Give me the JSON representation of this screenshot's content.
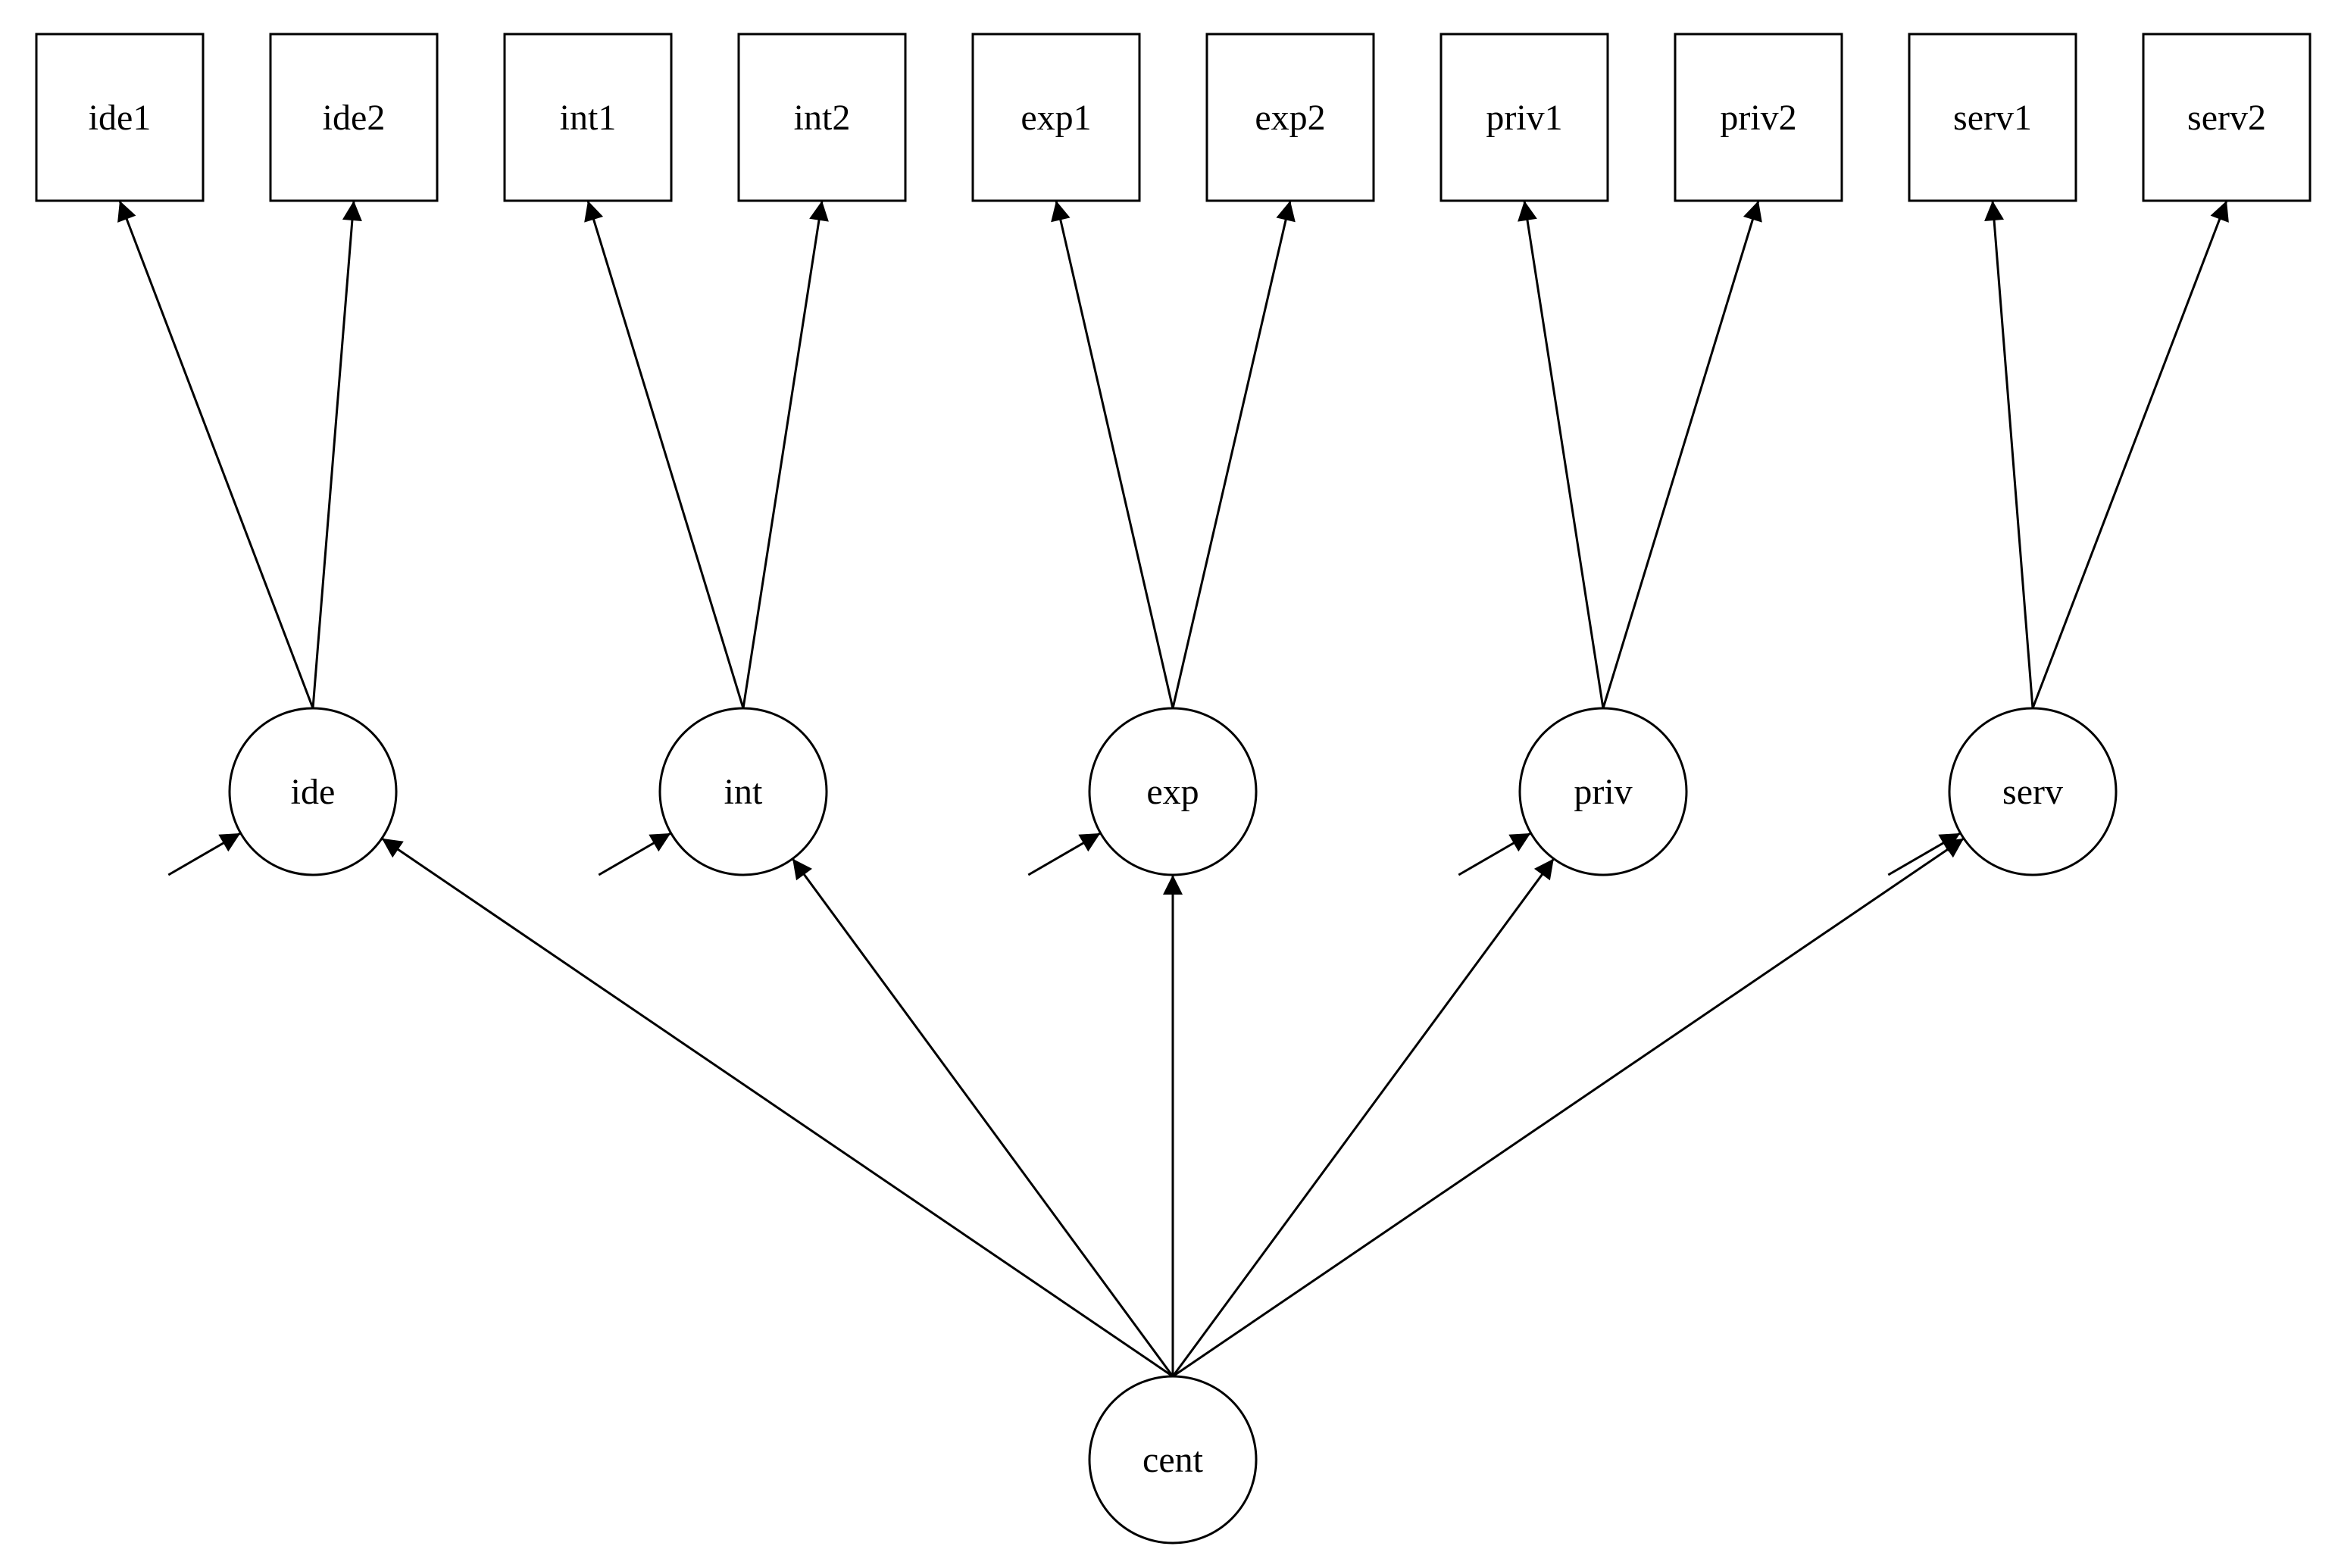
{
  "diagram": {
    "type": "path-diagram",
    "colors": {
      "stroke": "#000000",
      "fill": "#ffffff",
      "background": "#ffffff"
    },
    "indicators": [
      {
        "id": "ide1",
        "label": "ide1"
      },
      {
        "id": "ide2",
        "label": "ide2"
      },
      {
        "id": "int1",
        "label": "int1"
      },
      {
        "id": "int2",
        "label": "int2"
      },
      {
        "id": "exp1",
        "label": "exp1"
      },
      {
        "id": "exp2",
        "label": "exp2"
      },
      {
        "id": "priv1",
        "label": "priv1"
      },
      {
        "id": "priv2",
        "label": "priv2"
      },
      {
        "id": "serv1",
        "label": "serv1"
      },
      {
        "id": "serv2",
        "label": "serv2"
      }
    ],
    "factors": [
      {
        "id": "ide",
        "label": "ide"
      },
      {
        "id": "int",
        "label": "int"
      },
      {
        "id": "exp",
        "label": "exp"
      },
      {
        "id": "priv",
        "label": "priv"
      },
      {
        "id": "serv",
        "label": "serv"
      }
    ],
    "higher_factor": {
      "id": "cent",
      "label": "cent"
    },
    "loadings": [
      {
        "from": "ide",
        "to": "ide1"
      },
      {
        "from": "ide",
        "to": "ide2"
      },
      {
        "from": "int",
        "to": "int1"
      },
      {
        "from": "int",
        "to": "int2"
      },
      {
        "from": "exp",
        "to": "exp1"
      },
      {
        "from": "exp",
        "to": "exp2"
      },
      {
        "from": "priv",
        "to": "priv1"
      },
      {
        "from": "priv",
        "to": "priv2"
      },
      {
        "from": "serv",
        "to": "serv1"
      },
      {
        "from": "serv",
        "to": "serv2"
      }
    ],
    "structural_paths": [
      {
        "from": "cent",
        "to": "ide"
      },
      {
        "from": "cent",
        "to": "int"
      },
      {
        "from": "cent",
        "to": "exp"
      },
      {
        "from": "cent",
        "to": "priv"
      },
      {
        "from": "cent",
        "to": "serv"
      }
    ],
    "disturbances": [
      "ide",
      "int",
      "exp",
      "priv",
      "serv"
    ]
  }
}
